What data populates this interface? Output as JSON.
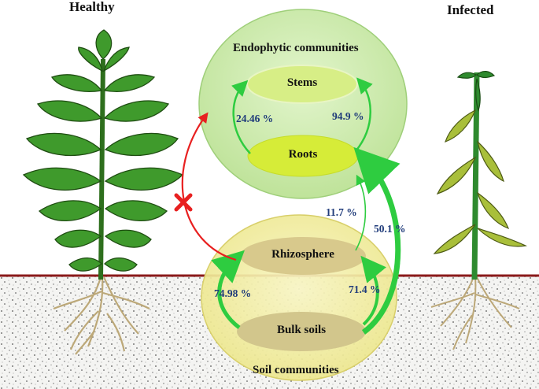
{
  "labels": {
    "healthy": "Healthy",
    "infected": "Infected",
    "endophytic": "Endophytic communities",
    "soil": "Soil communities"
  },
  "nodes": {
    "stems": "Stems",
    "roots": "Roots",
    "rhizosphere": "Rhizosphere",
    "bulk": "Bulk soils"
  },
  "percentages": {
    "roots_to_stems_left": "24.46 %",
    "roots_to_stems_right": "94.9 %",
    "rhizo_to_roots_thin": "11.7 %",
    "bulk_to_roots": "50.1 %",
    "bulk_to_rhizo_left": "74.98 %",
    "bulk_to_rhizo_right": "71.4 %"
  },
  "colors": {
    "endophytic_fill": "#cdecb0",
    "soil_fill": "#f3efa3",
    "stems_fill": "#d7ee86",
    "roots_fill": "#d6ec38",
    "rhizo_fill": "#d8c98c",
    "bulk_fill": "#d2c68c",
    "arrow_green": "#2ecc40",
    "arrow_red": "#e82020",
    "soil_line": "#8b1a1a",
    "leaf_healthy": "#3f9a2c",
    "leaf_infected": "#a9bf3a"
  },
  "icons": {
    "blocked": "red-x-icon"
  }
}
